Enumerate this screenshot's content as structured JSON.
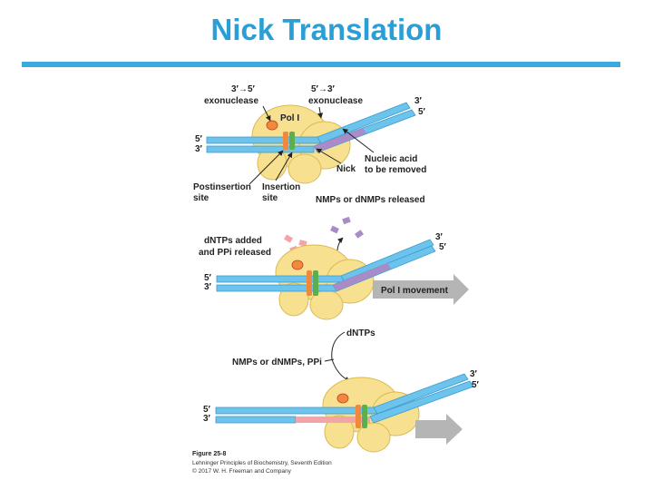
{
  "slide": {
    "title": "Nick Translation"
  },
  "colors": {
    "title": "#2a9fd6",
    "rule": "#3aa9dd",
    "dna": "#6cc3ec",
    "dna_edge": "#3b9bd1",
    "enzyme": "#f7e08f",
    "enzyme_edge": "#d8bb52",
    "removed": "#a98bc7",
    "new_dna": "#f4a3a6",
    "arrow_gray": "#b5b5b5",
    "site_orange": "#ef8a3c",
    "site_green": "#5cae4f"
  },
  "panel1": {
    "exo35": [
      "3′→5′",
      "exonuclease"
    ],
    "exo53": [
      "5′→3′",
      "exonuclease"
    ],
    "pol": "Pol I",
    "left_top": "5′",
    "left_bottom": "3′",
    "right_top": "3′",
    "right_bottom": "5′",
    "nucleic_acid": [
      "Nucleic acid",
      "to be removed"
    ],
    "nick": "Nick",
    "postinsertion": [
      "Postinsertion",
      "site"
    ],
    "insertion": [
      "Insertion",
      "site"
    ],
    "released": "NMPs or dNMPs released"
  },
  "panel2": {
    "dntps_added": [
      "dNTPs added",
      "and PPi released"
    ],
    "left_top": "5′",
    "left_bottom": "3′",
    "right_top": "3′",
    "right_bottom": "5′",
    "movement": "Pol I movement"
  },
  "between": {
    "dntps": "dNTPs",
    "nmps": "NMPs or dNMPs, PPi"
  },
  "panel3": {
    "left_top": "5′",
    "left_bottom": "3′",
    "right_top": "3′",
    "right_bottom": "5′"
  },
  "caption": {
    "figure": "Figure 25-8",
    "book": "Lehninger Principles of Biochemistry, Seventh Edition",
    "copyright": "© 2017 W. H. Freeman and Company"
  }
}
